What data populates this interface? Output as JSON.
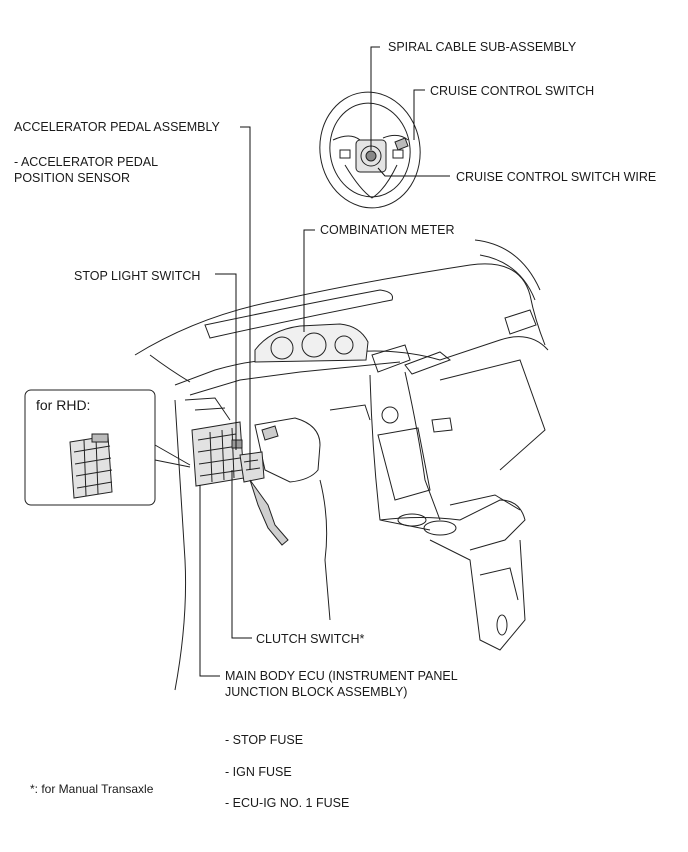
{
  "labels": {
    "spiral_cable": "SPIRAL CABLE SUB-ASSEMBLY",
    "cruise_switch": "CRUISE CONTROL SWITCH",
    "cruise_wire": "CRUISE CONTROL SWITCH WIRE",
    "accel_assembly": "ACCELERATOR PEDAL ASSEMBLY",
    "accel_sensor_line1": "- ACCELERATOR PEDAL",
    "accel_sensor_line2": "POSITION SENSOR",
    "combination_meter": "COMBINATION METER",
    "stop_light_switch": "STOP LIGHT SWITCH",
    "clutch_switch": "CLUTCH SWITCH*",
    "main_body_ecu_line1": "MAIN BODY ECU (INSTRUMENT PANEL",
    "main_body_ecu_line2": "JUNCTION BLOCK ASSEMBLY)",
    "stop_fuse": "- STOP FUSE",
    "ign_fuse": "- IGN FUSE",
    "ecu_ig_fuse": "- ECU-IG NO. 1 FUSE",
    "footnote": "*: for Manual Transaxle"
  },
  "inset": {
    "title": "for RHD:"
  }
}
